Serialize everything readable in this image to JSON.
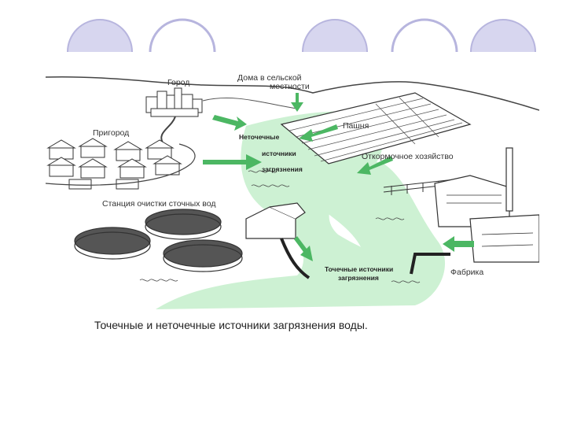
{
  "colors": {
    "circle_fill": "#d7d6ef",
    "river": "#cdf1d3",
    "arrow_green": "#4cb763",
    "ink": "#333333"
  },
  "decorations": {
    "circles": [
      {
        "style": "filled"
      },
      {
        "style": "outline"
      },
      {
        "style": "filled"
      },
      {
        "style": "outline"
      },
      {
        "style": "filled"
      }
    ]
  },
  "labels": {
    "city": "Город",
    "rural_houses_line1": "Дома в сельской",
    "rural_houses_line2": "местности",
    "suburb": "Пригород",
    "plowland": "Пашня",
    "nonpoint_line1": "Неточечные",
    "nonpoint_line2": "источники",
    "nonpoint_line3": "загрязнения",
    "feedlot": "Откормочное хозяйство",
    "treatment_plant": "Станция очистки   сточных вод",
    "point_line1": "Точечные источники",
    "point_line2": "загрязнения",
    "factory": "Фабрика"
  },
  "caption": "Точечные и неточечные источники загрязнения воды."
}
